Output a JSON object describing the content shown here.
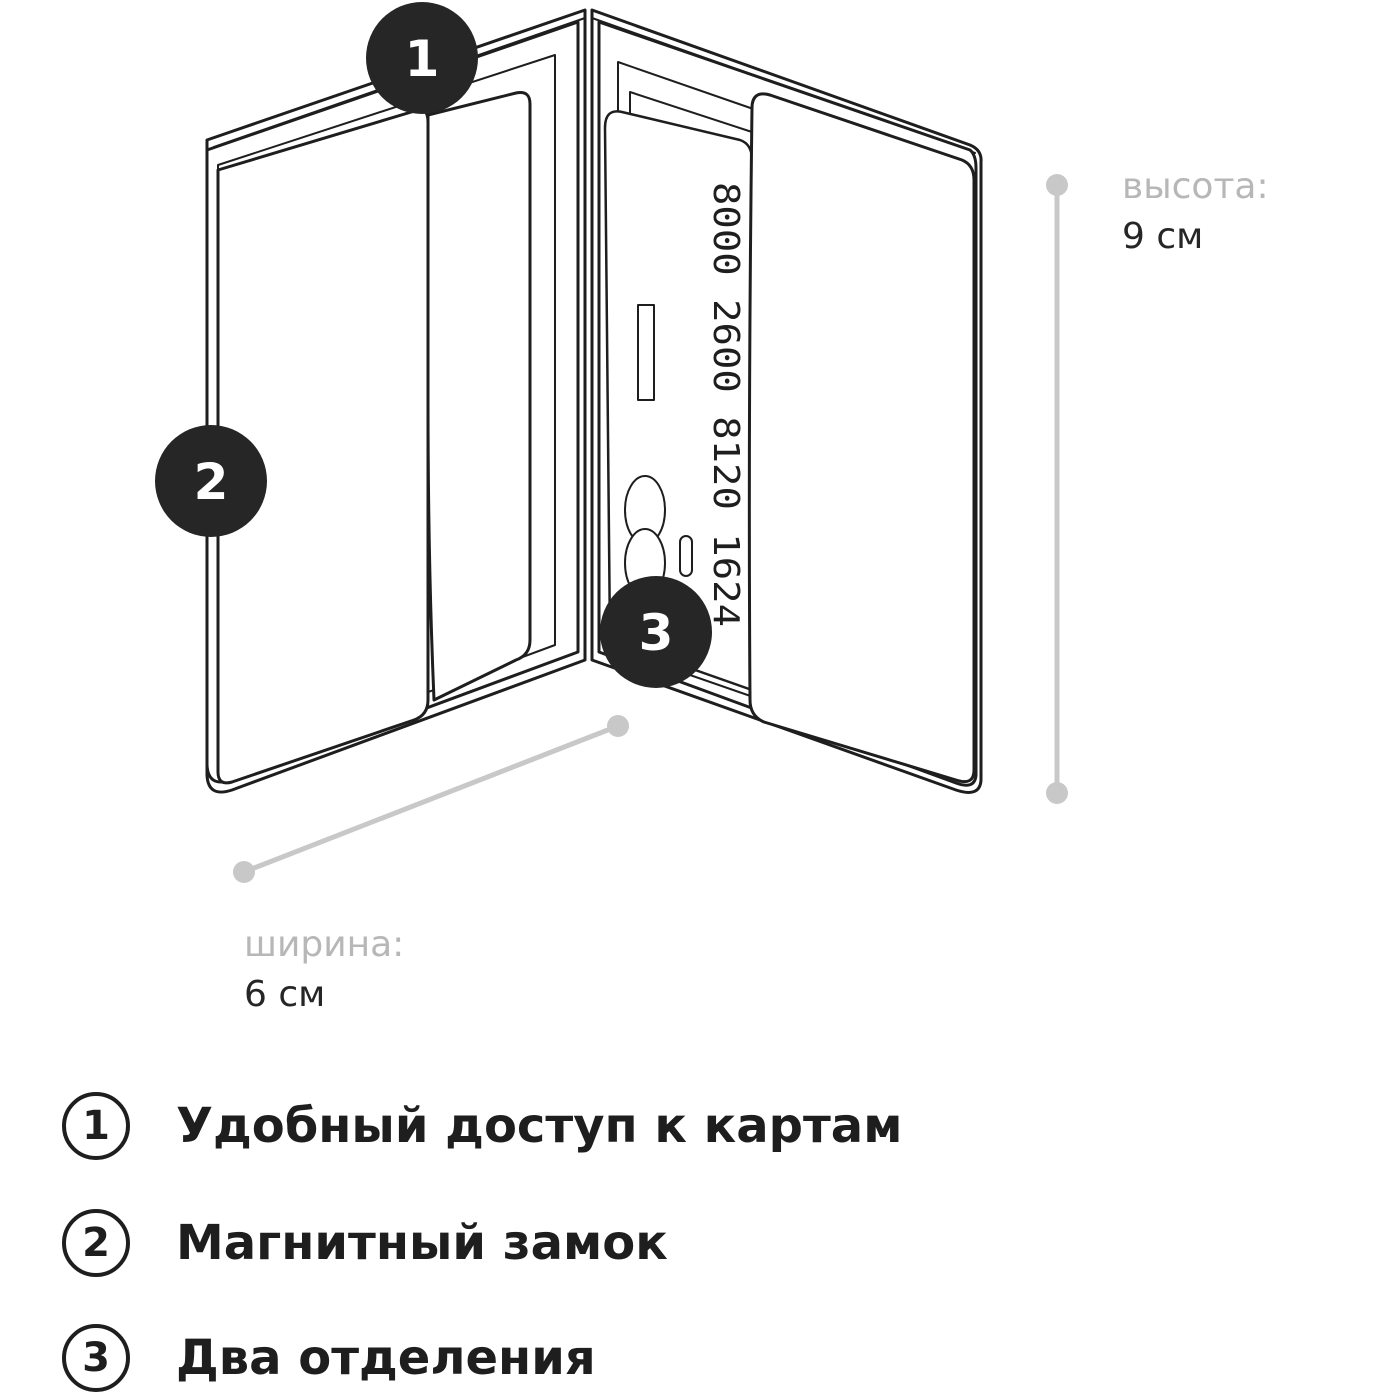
{
  "card": {
    "number": "8000 2600 8120 1624"
  },
  "markers": [
    "1",
    "2",
    "3"
  ],
  "dimensions": {
    "height_caption": "высота:",
    "height_value": "9 см",
    "width_caption": "ширина:",
    "width_value": "6 см"
  },
  "legend": [
    {
      "number": "1",
      "text": "Удобный доступ к картам"
    },
    {
      "number": "2",
      "text": "Магнитный замок"
    },
    {
      "number": "3",
      "text": "Два отделения"
    }
  ],
  "colors": {
    "ink": "#1e1e1e",
    "dimension_line": "#c8c8c8",
    "caption": "#b7b7b7"
  }
}
